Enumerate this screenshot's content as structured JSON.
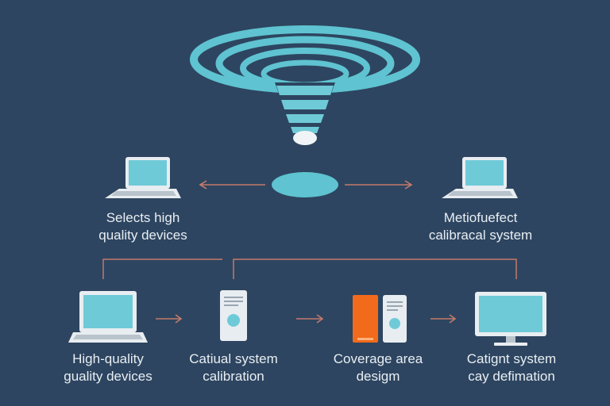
{
  "colors": {
    "background": "#2d4560",
    "accent": "#5fc3d1",
    "accent_light": "#8fd9e4",
    "connector": "#c47a6a",
    "device_body": "#e8edf1",
    "device_screen": "#6fcad8",
    "orange": "#f26a1b"
  },
  "top_left": {
    "line1": "Selects high",
    "line2": "quality devices"
  },
  "top_right": {
    "line1": "Metiofuefect",
    "line2": "calibracal system"
  },
  "steps": [
    {
      "line1": "High-quality",
      "line2": "guality devices"
    },
    {
      "line1": "Catiual system",
      "line2": "calibration"
    },
    {
      "line1": "Coverage area",
      "line2": "desigm"
    },
    {
      "line1": "Catignt system",
      "line2": "cay defimation"
    }
  ]
}
